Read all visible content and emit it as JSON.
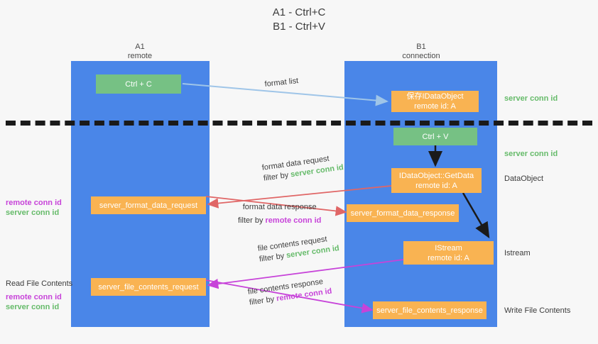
{
  "title": {
    "line1": "A1 - Ctrl+C",
    "line2": "B1 - Ctrl+V"
  },
  "lanes": [
    {
      "id": "A1",
      "name": "A1",
      "sub": "remote"
    },
    {
      "id": "B1",
      "name": "B1",
      "sub": "connection"
    }
  ],
  "nodes": {
    "ctrl_c": {
      "line1": "Ctrl + C",
      "line2": ""
    },
    "idataobject_create": {
      "line1": "保存IDataObject",
      "line2": "remote id: A"
    },
    "ctrl_v": {
      "line1": "Ctrl + V",
      "line2": ""
    },
    "idataobject_getdata": {
      "line1": "IDataObject::GetData",
      "line2": "remote id: A"
    },
    "istream": {
      "line1": "IStream",
      "line2": "remote id: A"
    },
    "server_format_data_request": {
      "line1": "server_format_data_request",
      "line2": ""
    },
    "server_format_data_response": {
      "line1": "server_format_data_response",
      "line2": ""
    },
    "server_file_contents_request": {
      "line1": "server_file_contents_request",
      "line2": ""
    },
    "server_file_contents_response": {
      "line1": "server_file_contents_response",
      "line2": ""
    }
  },
  "edge_labels": {
    "format_list": {
      "line1": "format list",
      "line2": "",
      "filter_prefix": "",
      "filter_value": ""
    },
    "format_data_request": {
      "line1": "format data request",
      "filter_prefix": "filter by ",
      "filter_value": "server conn id"
    },
    "format_data_response": {
      "line1": "format data response",
      "filter_prefix": "filter by ",
      "filter_value": "remote conn id"
    },
    "file_contents_request": {
      "line1": "file contents request",
      "filter_prefix": "filter by ",
      "filter_value": "server conn id"
    },
    "file_contents_response": {
      "line1": "file contents response",
      "filter_prefix": "filter by ",
      "filter_value": "remote conn id"
    }
  },
  "left_notes": {
    "note1_remote": "remote conn id",
    "note1_server": "server conn id",
    "read_file_contents": "Read File Contents",
    "note2_remote": "remote conn id",
    "note2_server": "server conn id"
  },
  "right_notes": {
    "server_conn_id_top": "server conn id",
    "server_conn_id_mid": "server conn id",
    "dataobject": "DataObject",
    "istream": "Istream",
    "write_file_contents": "Write File Contents"
  },
  "colors": {
    "lane": "#4a86e8",
    "green_node": "#76c184",
    "orange_node": "#f9b352",
    "server_conn_id": "#66bb6a",
    "remote_conn_id": "#c743d9",
    "arrow_blue": "#9fc5e8",
    "arrow_red": "#e06666",
    "arrow_magenta": "#c743d9",
    "arrow_black": "#1a1a1a"
  }
}
